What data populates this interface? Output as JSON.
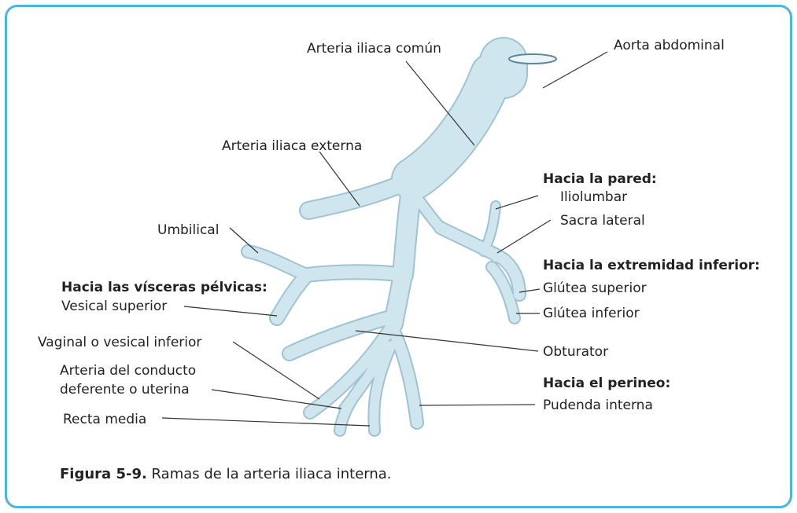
{
  "labels": {
    "aorta": "Aorta abdominal",
    "iliaca_comun": "Arteria iliaca común",
    "iliaca_externa": "Arteria iliaca externa",
    "umbilical": "Umbilical",
    "hacia_visceras": "Hacia las vísceras pélvicas:",
    "vesical_superior": "Vesical superior",
    "vaginal": "Vaginal o vesical inferior",
    "conducto_1": "Arteria del conducto",
    "conducto_2": "deferente o uterina",
    "recta_media": "Recta media",
    "hacia_pared": "Hacia la pared:",
    "iliolumbar": "Iliolumbar",
    "sacra_lateral": "Sacra lateral",
    "hacia_extremidad": "Hacia la extremidad inferior:",
    "glutea_superior": "Glútea superior",
    "glutea_inferior": "Glútea inferior",
    "obturator": "Obturator",
    "hacia_perineo": "Hacia el perineo:",
    "pudenda_interna": "Pudenda interna"
  },
  "caption": {
    "number": "Figura 5-9.",
    "text": "Ramas de la arteria iliaca interna."
  },
  "colors": {
    "frame": "#49b6dc",
    "vessel_fill": "#cfe6ef",
    "vessel_edge": "#9fc3d1",
    "leader": "#333333"
  }
}
